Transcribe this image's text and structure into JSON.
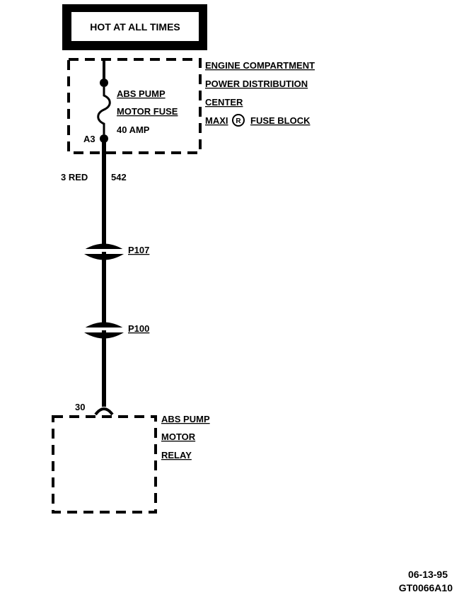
{
  "header": {
    "power_label": "HOT AT ALL TIMES"
  },
  "fuse_block": {
    "name_lines": [
      "ENGINE COMPARTMENT",
      "POWER DISTRIBUTION",
      "CENTER"
    ],
    "block_prefix": "MAXI",
    "registered_mark": "R",
    "block_suffix": "FUSE BLOCK",
    "fuse_lines": [
      "ABS PUMP",
      "MOTOR FUSE",
      "40 AMP"
    ],
    "terminal": "A3"
  },
  "wire": {
    "gauge_color": "3 RED",
    "circuit": "542"
  },
  "connectors": [
    {
      "id": "P107"
    },
    {
      "id": "P100"
    }
  ],
  "relay": {
    "terminal": "30",
    "name_lines": [
      "ABS PUMP",
      "MOTOR",
      "RELAY"
    ]
  },
  "footer": {
    "date": "06-13-95",
    "code": "GT0066A10"
  }
}
